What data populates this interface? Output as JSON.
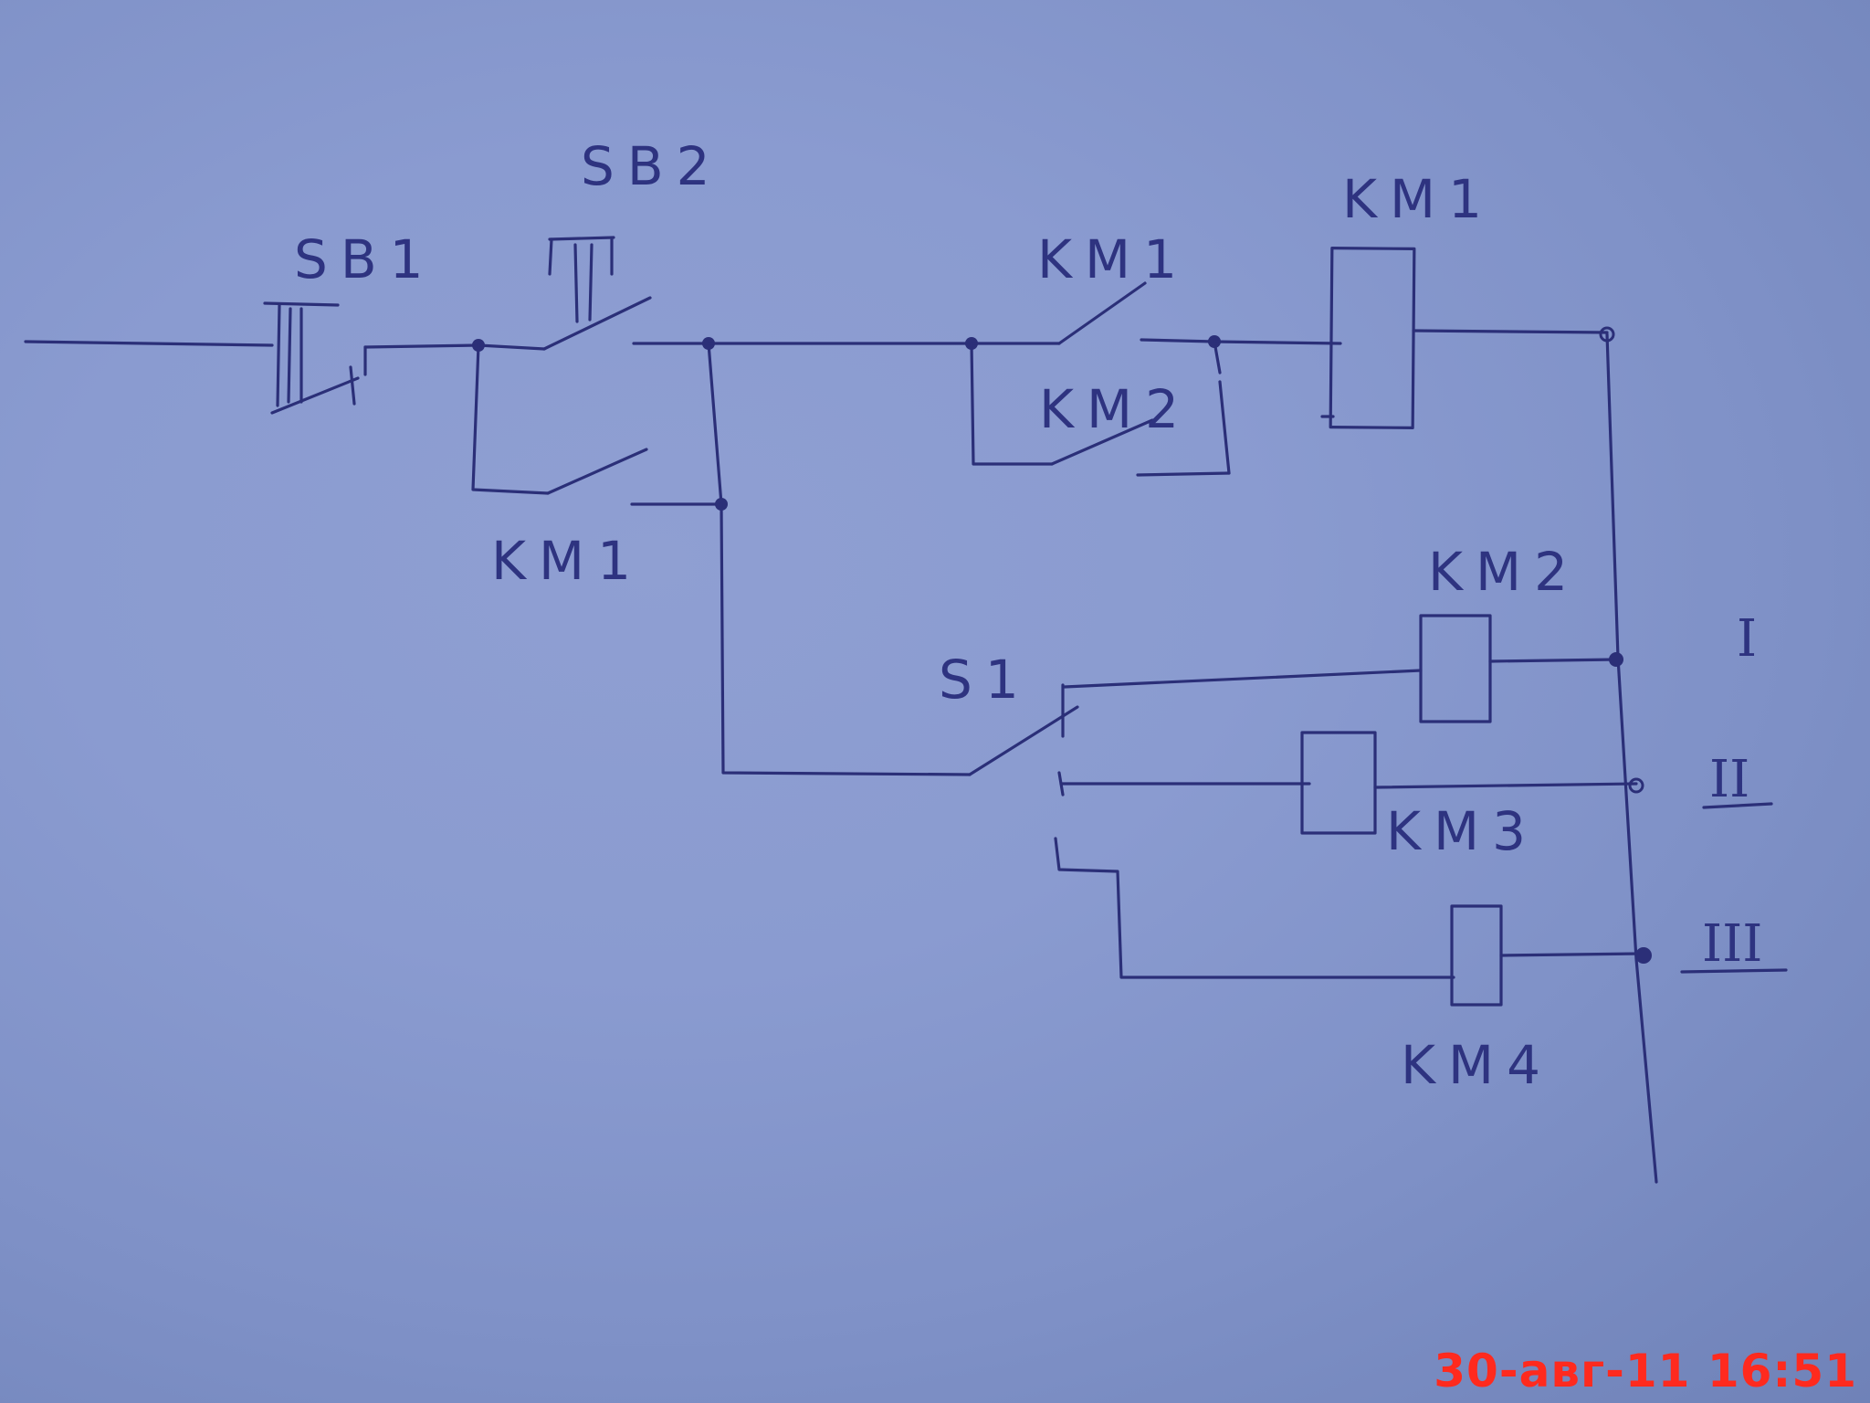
{
  "labels": {
    "sb1": "SB1",
    "sb2": "SB2",
    "km1_contact_top": "KM1",
    "km1_coil": "KM1",
    "km2_contact": "KM2",
    "km1_hold_contact": "KM1",
    "s1": "S1",
    "km2_coil": "KM2",
    "km3_coil": "KM3",
    "km4_coil": "KM4",
    "position_1": "I",
    "position_2": "II",
    "position_3": "III"
  },
  "timestamp": "30-авг-11 16:51",
  "colors": {
    "ink": "#2b2f78",
    "paper": "#8a9bd0",
    "timestamp": "#ff2a1e"
  }
}
